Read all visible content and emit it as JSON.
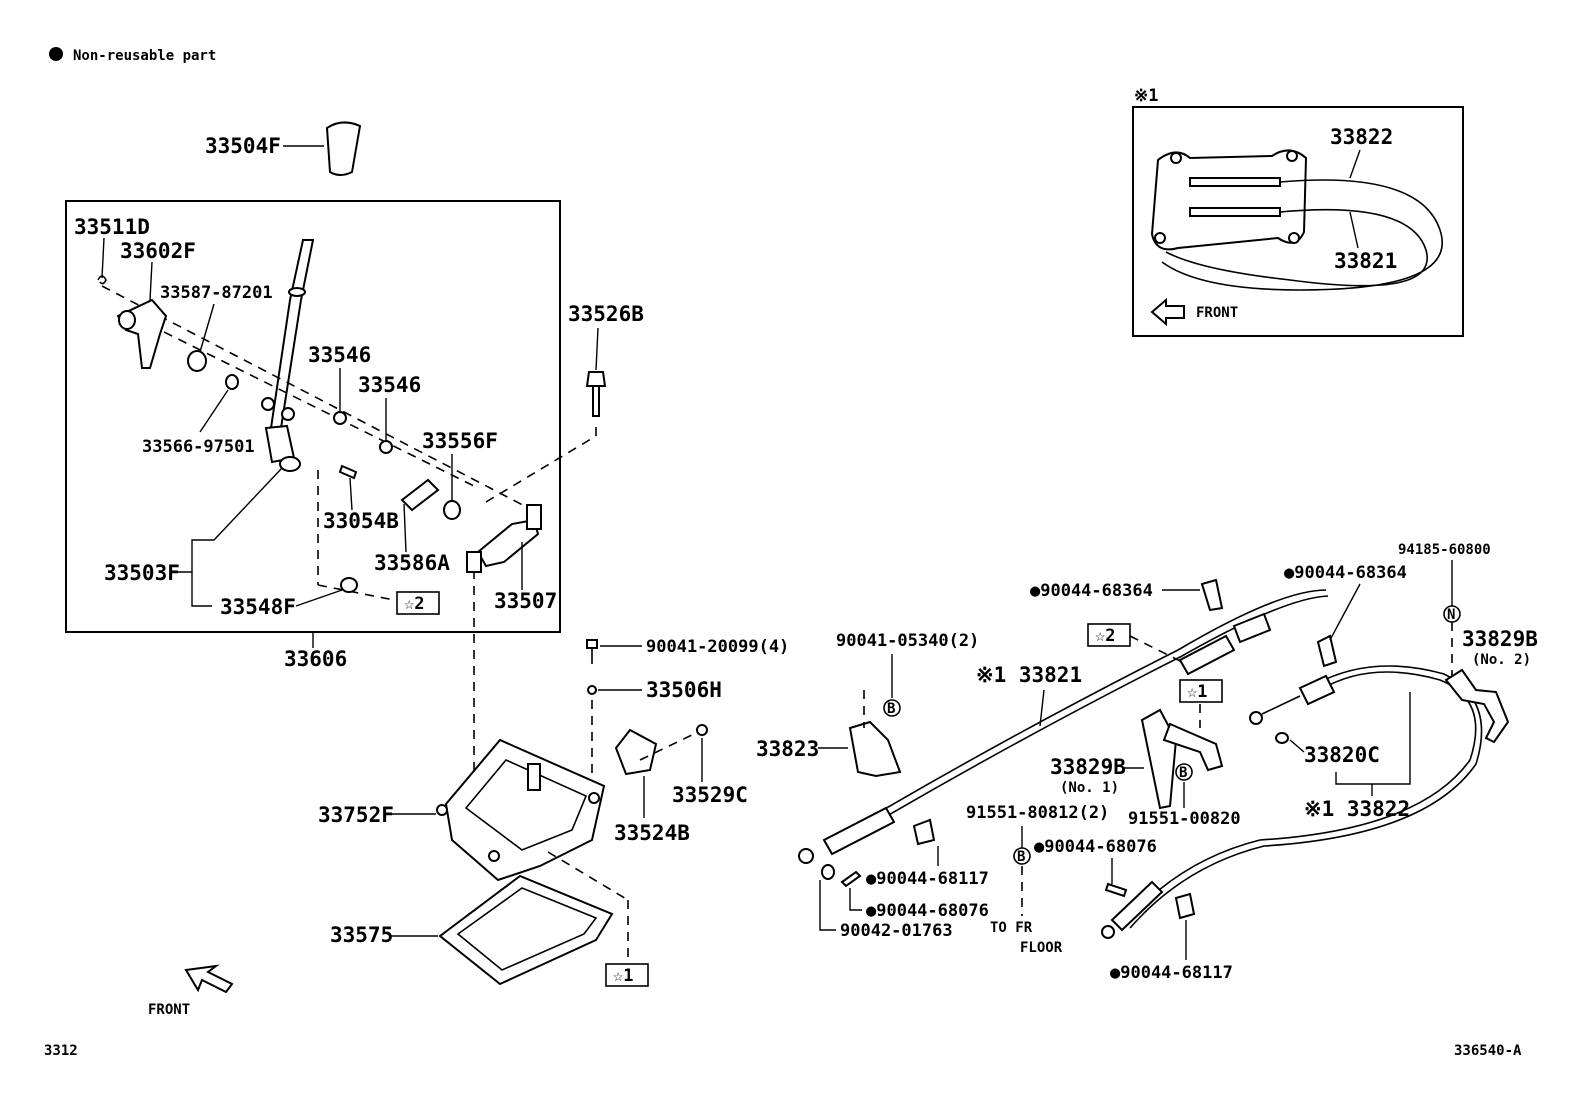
{
  "legend": {
    "symbol": "●",
    "text": "Non-reusable part"
  },
  "inset": {
    "marker": "※1",
    "label_a": "33822",
    "label_b": "33821",
    "front": "FRONT"
  },
  "labels": {
    "p33504F": "33504F",
    "p33511D": "33511D",
    "p33602F": "33602F",
    "p33587": "33587-87201",
    "p33546a": "33546",
    "p33546b": "33546",
    "p33566": "33566-97501",
    "p33556F": "33556F",
    "p33054B": "33054B",
    "p33586A": "33586A",
    "p33503F": "33503F",
    "p33548F": "33548F",
    "p33507": "33507",
    "p33606": "33606",
    "p33526B": "33526B",
    "p90041_20099": "90041-20099(4)",
    "p33506H": "33506H",
    "p33529C": "33529C",
    "p33524B": "33524B",
    "p33752F": "33752F",
    "p33575": "33575",
    "p90044_68364a": "●90044-68364",
    "p90044_68364b": "●90044-68364",
    "p94185": "94185-60800",
    "p33829B_2": "33829B",
    "p33829B_2sub": "(No. 2)",
    "p90041_05340": "90041-05340(2)",
    "p33821": "※1 33821",
    "p33823": "33823",
    "p33829B_1": "33829B",
    "p33829B_1sub": "(No. 1)",
    "p91551_00820": "91551-00820",
    "p91551_80812": "91551-80812(2)",
    "p33820C": "33820C",
    "p33822": "※1 33822",
    "p90044_68076a": "●90044-68076",
    "p90044_68117a": "●90044-68117",
    "p90044_68076b": "●90044-68076",
    "p90042_01763": "90042-01763",
    "p90044_68117b": "●90044-68117",
    "to_fr": "TO FR",
    "floor": "FLOOR",
    "front_bottom": "FRONT"
  },
  "tags": {
    "star2_left": "☆2",
    "star1_bottom": "☆1",
    "star2_right": "☆2",
    "star1_right": "☆1"
  },
  "circle_marks": {
    "b": "B",
    "n": "N"
  },
  "footer": {
    "left": "3312",
    "right": "336540-A"
  }
}
